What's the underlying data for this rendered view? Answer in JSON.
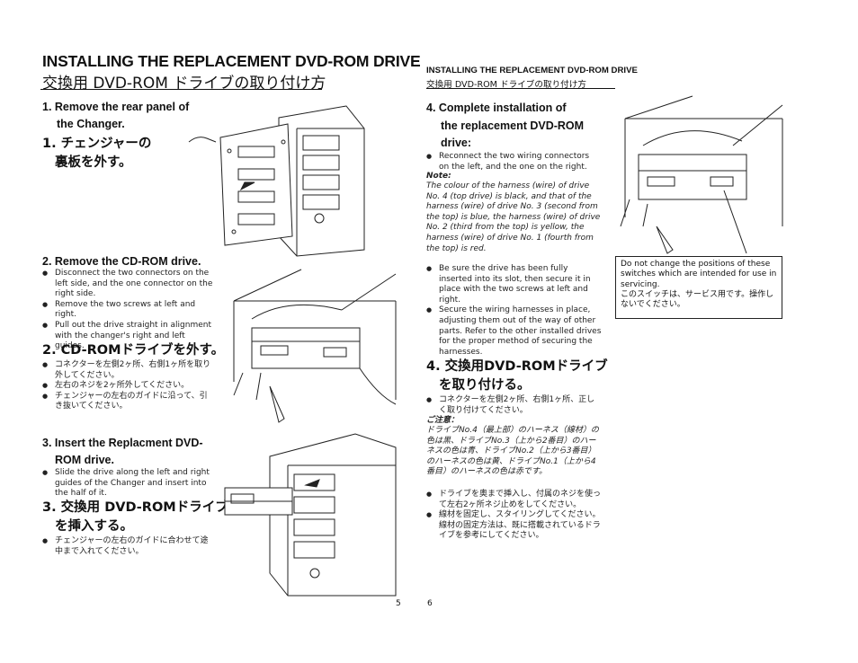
{
  "left": {
    "title_en": "INSTALLING THE REPLACEMENT DVD-ROM DRIVE",
    "title_ja": "交換用 DVD-ROM ドライブの取り付け方",
    "step1": {
      "en": [
        "1. Remove the rear panel of",
        "the Changer."
      ],
      "ja": [
        "1. チェンジャーの",
        "裏板を外す。"
      ]
    },
    "step2": {
      "en": "2. Remove the CD-ROM drive.",
      "items": [
        "Disconnect the two connectors on the left side, and the one connector on the right side.",
        "Remove the two screws at left and right.",
        "Pull out the drive straight in alignment with the changer's right and left guides."
      ],
      "ja": "2. CD-ROMドライブを外す。",
      "ja_items": [
        "コネクターを左側2ヶ所、右側1ヶ所を取り外してください。",
        "左右のネジを2ヶ所外してください。",
        "チェンジャーの左右のガイドに沿って、引き抜いてください。"
      ]
    },
    "step3": {
      "en": [
        "3. Insert the Replacment DVD-",
        "ROM drive."
      ],
      "items": [
        "Slide the drive along the left and right guides of the Changer and insert into the half of it."
      ],
      "ja": [
        "3. 交換用 DVD-ROMドライブ",
        "を挿入する。"
      ],
      "ja_items": [
        "チェンジャーの左右のガイドに合わせて途中まで入れてください。"
      ]
    },
    "page": "5"
  },
  "right": {
    "title_en": "INSTALLING THE REPLACEMENT DVD-ROM DRIVE",
    "title_ja": "交換用 DVD-ROM ドライブの取り付け方",
    "step4": {
      "en": [
        "4. Complete installation of",
        "the replacement DVD-ROM",
        "drive:"
      ],
      "items": [
        "Reconnect the two wiring connectors on the left, and the one on the right."
      ],
      "note_label": "Note:",
      "note": "The colour of the harness (wire) of drive No. 4 (top drive) is black, and that of the harness (wire) of drive No. 3 (second from the top) is blue, the harness (wire) of drive No. 2 (third from the top) is yellow, the harness (wire) of drive No. 1 (fourth from the top) is red.",
      "items2": [
        "Be sure the drive has been fully inserted into its slot, then secure it in place with the two screws at left and right.",
        "Secure the wiring harnesses in place, adjusting them out of the way of other parts. Refer to the other installed drives for the proper method of securing the harnesses."
      ],
      "ja": [
        "4. 交換用DVD-ROMドライブ",
        "を取り付ける。"
      ],
      "ja_items": [
        "コネクターを左側2ヶ所、右側1ヶ所、正しく取り付けてください。"
      ],
      "ja_note_label": "ご注意：",
      "ja_note": "ドライブNo.4（最上部）のハーネス（線材）の色は黒、ドライブNo.3（上から2番目）のハーネスの色は青、ドライブNo.2（上から3番目）のハーネスの色は黄、ドライブNo.1（上から4番目）のハーネスの色は赤です。",
      "ja_items2": [
        "ドライブを奥まで挿入し、付属のネジを使って左右2ヶ所ネジ止めをしてください。",
        "線材を固定し、スタイリングしてください。線材の固定方法は、既に搭載されているドライブを参考にしてください。"
      ]
    },
    "notice": {
      "en": "Do not change the positions of these switches which are intended for use in servicing.",
      "ja": "このスイッチは、サービス用です。操作しないでください。"
    },
    "page": "6"
  }
}
